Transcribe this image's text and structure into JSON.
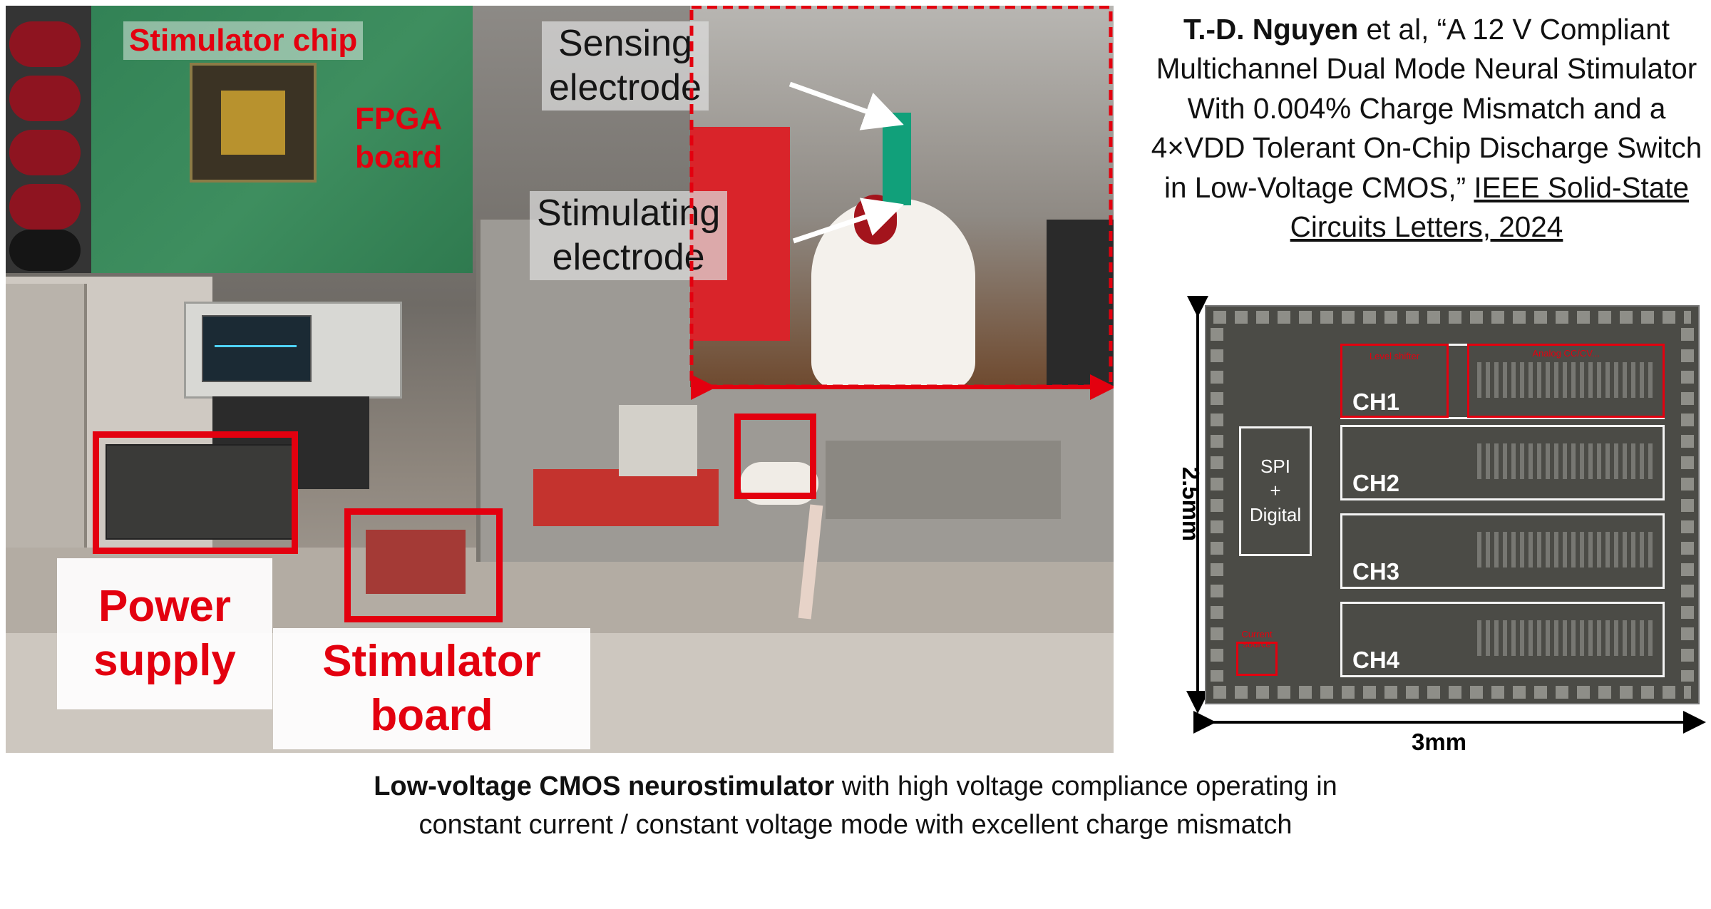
{
  "photo_labels": {
    "stimulator_chip": "Stimulator chip",
    "fpga_board_line1": "FPGA",
    "fpga_board_line2": "board",
    "sensing_electrode_line1": "Sensing",
    "sensing_electrode_line2": "electrode",
    "stimulating_electrode_line1": "Stimulating",
    "stimulating_electrode_line2": "electrode",
    "power_supply_line1": "Power",
    "power_supply_line2": "supply",
    "stimulator_board_line1": "Stimulator",
    "stimulator_board_line2": "board"
  },
  "citation": {
    "author": "T.-D. Nguyen",
    "rest": " et al, “A 12 V Compliant Multichannel Dual Mode Neural Stimulator With 0.004% Charge Mismatch and a 4×VDD Tolerant On-Chip Discharge Switch in Low-Voltage CMOS,” ",
    "journal": "IEEE Solid-State Circuits Letters, 2024"
  },
  "die": {
    "height_dim": "2.5mm",
    "width_dim": "3mm",
    "spi_line1": "SPI",
    "spi_line2": "+",
    "spi_line3": "Digital",
    "channels": [
      "CH1",
      "CH2",
      "CH3",
      "CH4"
    ],
    "level_shifter": "Level shifter",
    "analog_block": "Analog CC/CV...",
    "current_source": "Current source"
  },
  "caption": {
    "bold": "Low-voltage CMOS neurostimulator",
    "line1_rest": " with high voltage compliance operating in",
    "line2": "constant current / constant voltage mode with excellent charge mismatch"
  },
  "colors": {
    "label_red": "#e3000f",
    "die_bg": "#4b4b46",
    "channel_outline": "#f4f4f4"
  }
}
